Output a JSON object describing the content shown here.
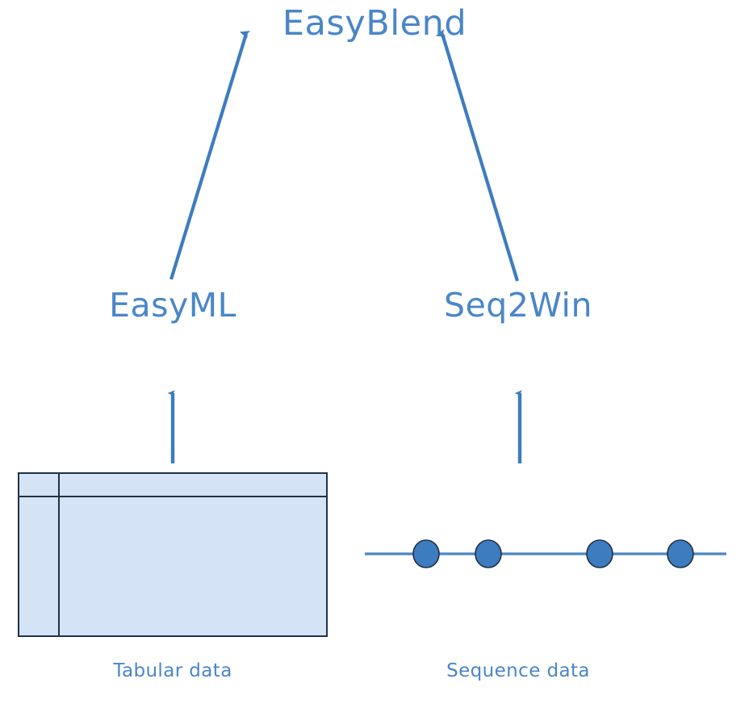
{
  "diagram": {
    "type": "flow-diagram",
    "background_color": "#ffffff",
    "accent_color": "#4a86c8",
    "arrow_color": "#3d7cbf",
    "table_fill_color": "#d4e3f5",
    "table_border_color": "#233044",
    "node_fill_color": "#4a86c4",
    "nodes": {
      "top": {
        "label": "EasyBlend"
      },
      "left_mid": {
        "label": "EasyML"
      },
      "right_mid": {
        "label": "Seq2Win"
      }
    },
    "captions": {
      "tabular": "Tabular data",
      "sequence": "Sequence data"
    },
    "edges": [
      {
        "from": "Tabular data",
        "to": "EasyML",
        "style": "straight-vertical-arrow"
      },
      {
        "from": "Sequence data",
        "to": "Seq2Win",
        "style": "straight-vertical-arrow"
      },
      {
        "from": "EasyML",
        "to": "EasyBlend",
        "style": "diagonal-arrow"
      },
      {
        "from": "Seq2Win",
        "to": "EasyBlend",
        "style": "diagonal-arrow"
      }
    ],
    "table_glyph": {
      "columns": 2,
      "header_row": true,
      "rows": 1
    },
    "sequence_glyph": {
      "point_count": 4,
      "axis": "horizontal-line"
    }
  }
}
